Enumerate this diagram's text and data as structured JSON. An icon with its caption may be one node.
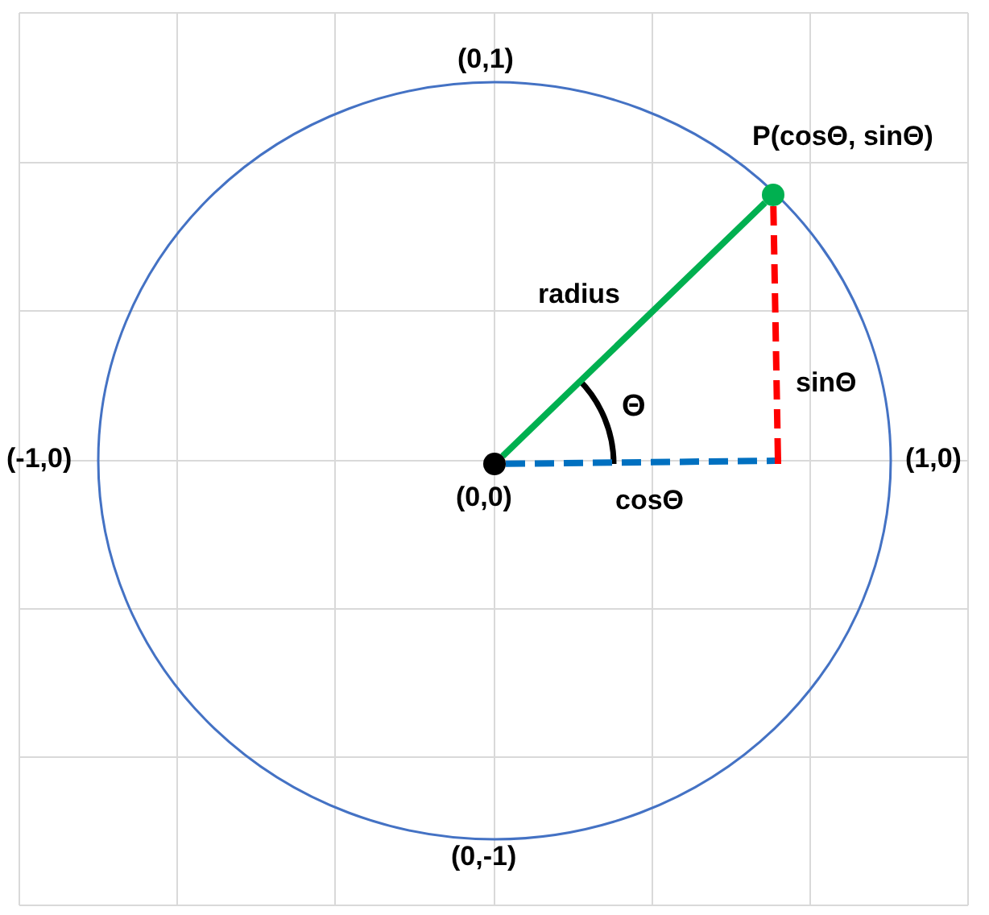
{
  "diagram": {
    "nodes": [
      {
        "text": [
          "(0,0)"
        ]
      },
      {
        "text": [
          "P(cosΘ, sinΘ)"
        ]
      },
      {
        "text": [],
        "shape": "point"
      }
    ],
    "edges": [
      {
        "from": 0,
        "to": 1,
        "arrow": "none",
        "label": "radius",
        "color": "#00b050"
      },
      {
        "from": 0,
        "to": 2,
        "arrow": "none",
        "label": "cosΘ",
        "style": "dashed",
        "color": "#0070c0"
      },
      {
        "from": 2,
        "to": 1,
        "arrow": "none",
        "label": "sinΘ",
        "style": "dashed",
        "color": "#ff0000"
      }
    ],
    "labels": [
      "(0,1)",
      "(-1,0)",
      "(1,0)",
      "(0,-1)",
      "Θ"
    ]
  }
}
